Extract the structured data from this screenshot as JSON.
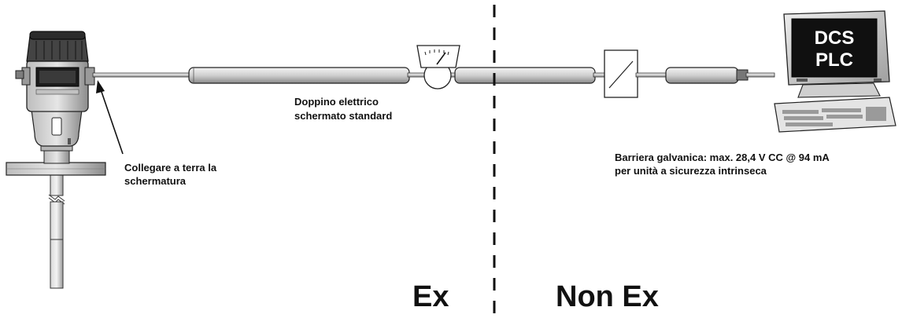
{
  "labels": {
    "ground_note_line1": "Collegare a terra la",
    "ground_note_line2": "schermatura",
    "cable_line1": "Doppino elettrico",
    "cable_line2": "schermato standard",
    "barrier_line1": "Barriera galvanica: max. 28,4 V CC @ 94 mA",
    "barrier_line2": "per unità a sicurezza intrinseca"
  },
  "zones": {
    "hazardous": "Ex",
    "safe": "Non Ex"
  },
  "monitor": {
    "line1": "DCS",
    "line2": "PLC"
  }
}
